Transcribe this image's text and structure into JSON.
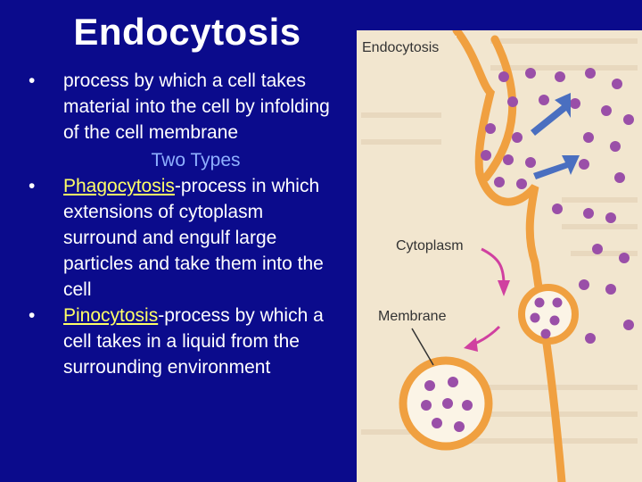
{
  "title": "Endocytosis",
  "intro": "process by which a cell takes material into the cell by infolding of the cell membrane",
  "subheading": "Two Types",
  "types": [
    {
      "term": "Phagocytosis",
      "definition": "-process in which extensions of cytoplasm surround and engulf large particles and take them into the cell"
    },
    {
      "term": "Pinocytosis",
      "definition": "-process by which a cell takes in a liquid from the surrounding environment"
    }
  ],
  "bullet_glyph": "•",
  "figure": {
    "title": "Endocytosis",
    "label_cytoplasm": "Cytoplasm",
    "label_membrane": "Membrane"
  },
  "colors": {
    "background": "#0b0b8c",
    "text": "#ffffff",
    "subheading": "#8fb0ff",
    "term": "#ffff66",
    "membrane": "#f0a040",
    "particle": "#9a4fa8",
    "arrow_blue": "#4a6fc0",
    "arrow_pink": "#d040a0",
    "figure_bg": "#f2e6cf"
  }
}
